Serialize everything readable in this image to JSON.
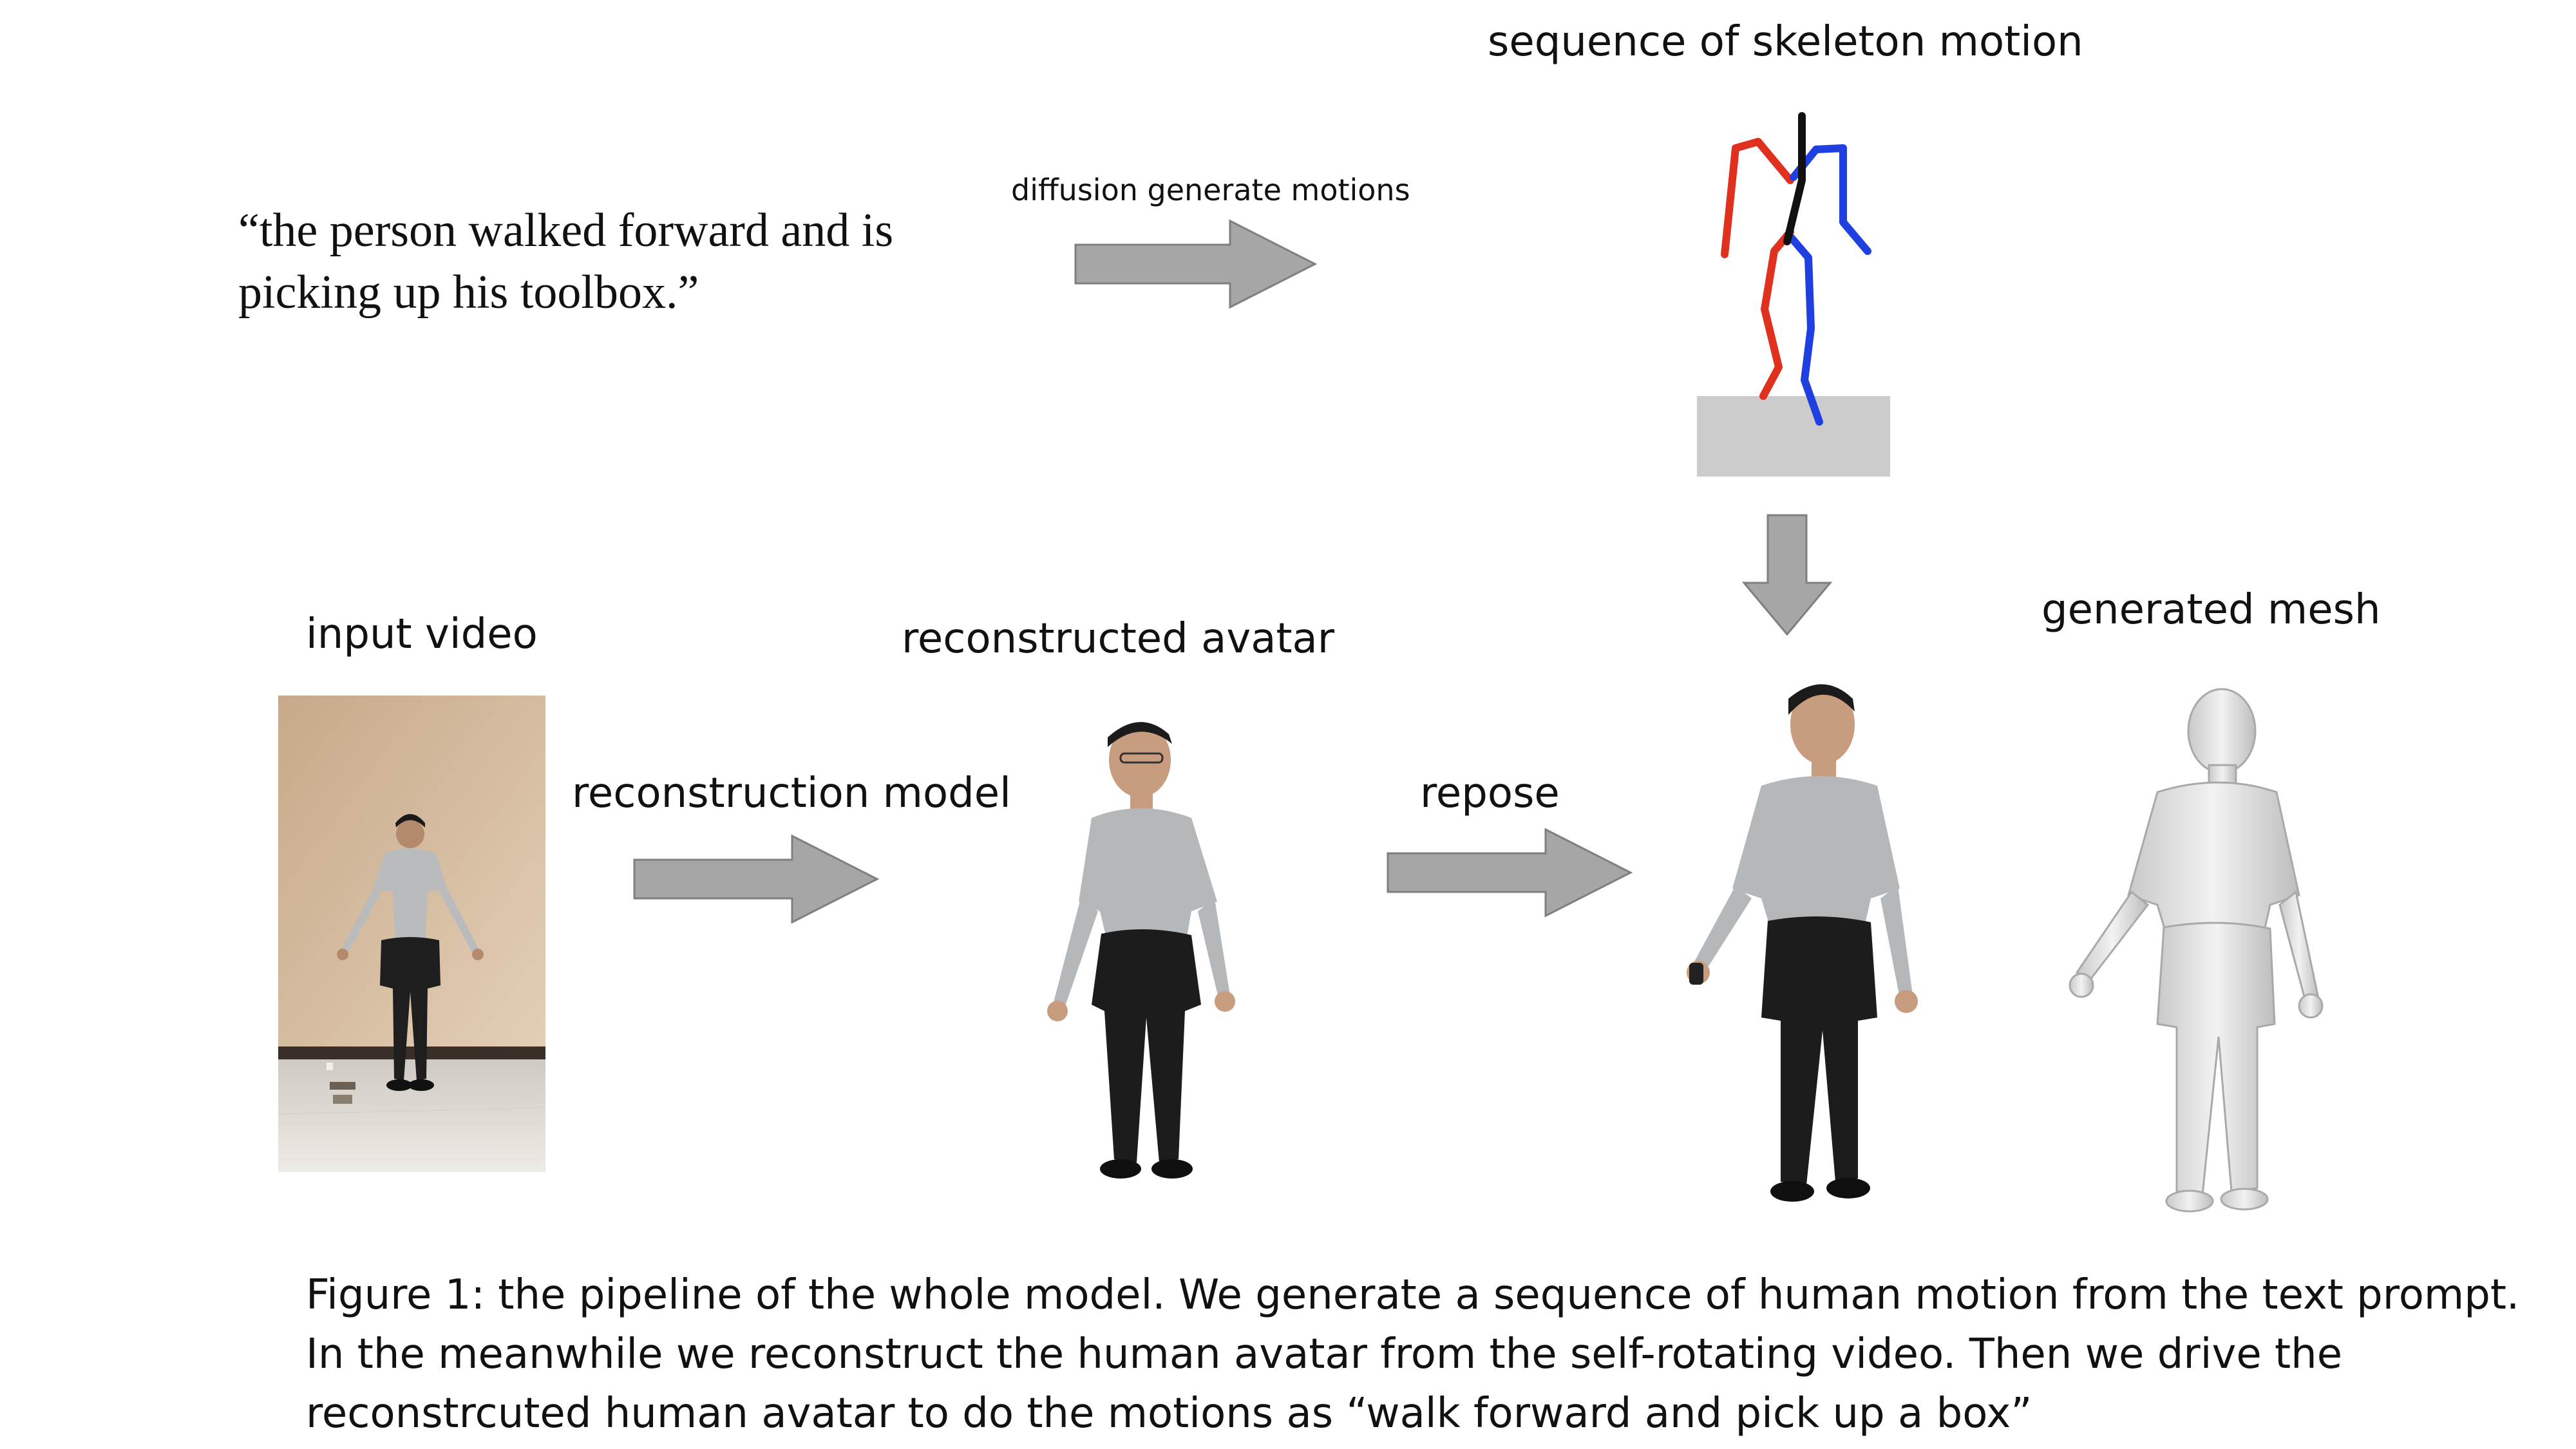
{
  "prompt_text": "“the person walked forward and is picking up his toolbox.”",
  "arrow_labels": {
    "diffusion": "diffusion generate motions",
    "reconstruction": "reconstruction model",
    "repose": "repose"
  },
  "panel_titles": {
    "skeleton": "sequence of skeleton motion",
    "input_video": "input video",
    "avatar": "reconstructed avatar",
    "mesh": "generated mesh"
  },
  "caption": "Figure 1: the pipeline of the whole model. We generate a sequence of human motion from the text prompt. In the meanwhile we reconstruct the human avatar from the self-rotating video. Then we drive the reconstrcuted human avatar to do the motions as “walk forward and pick up a box”",
  "colors": {
    "arrow_fill": "#a6a6a6",
    "arrow_stroke": "#7f7f7f",
    "skeleton_left": "#e0301e",
    "skeleton_right": "#1f3fe0",
    "skeleton_spine": "#111111",
    "ground": "#cccccc"
  }
}
